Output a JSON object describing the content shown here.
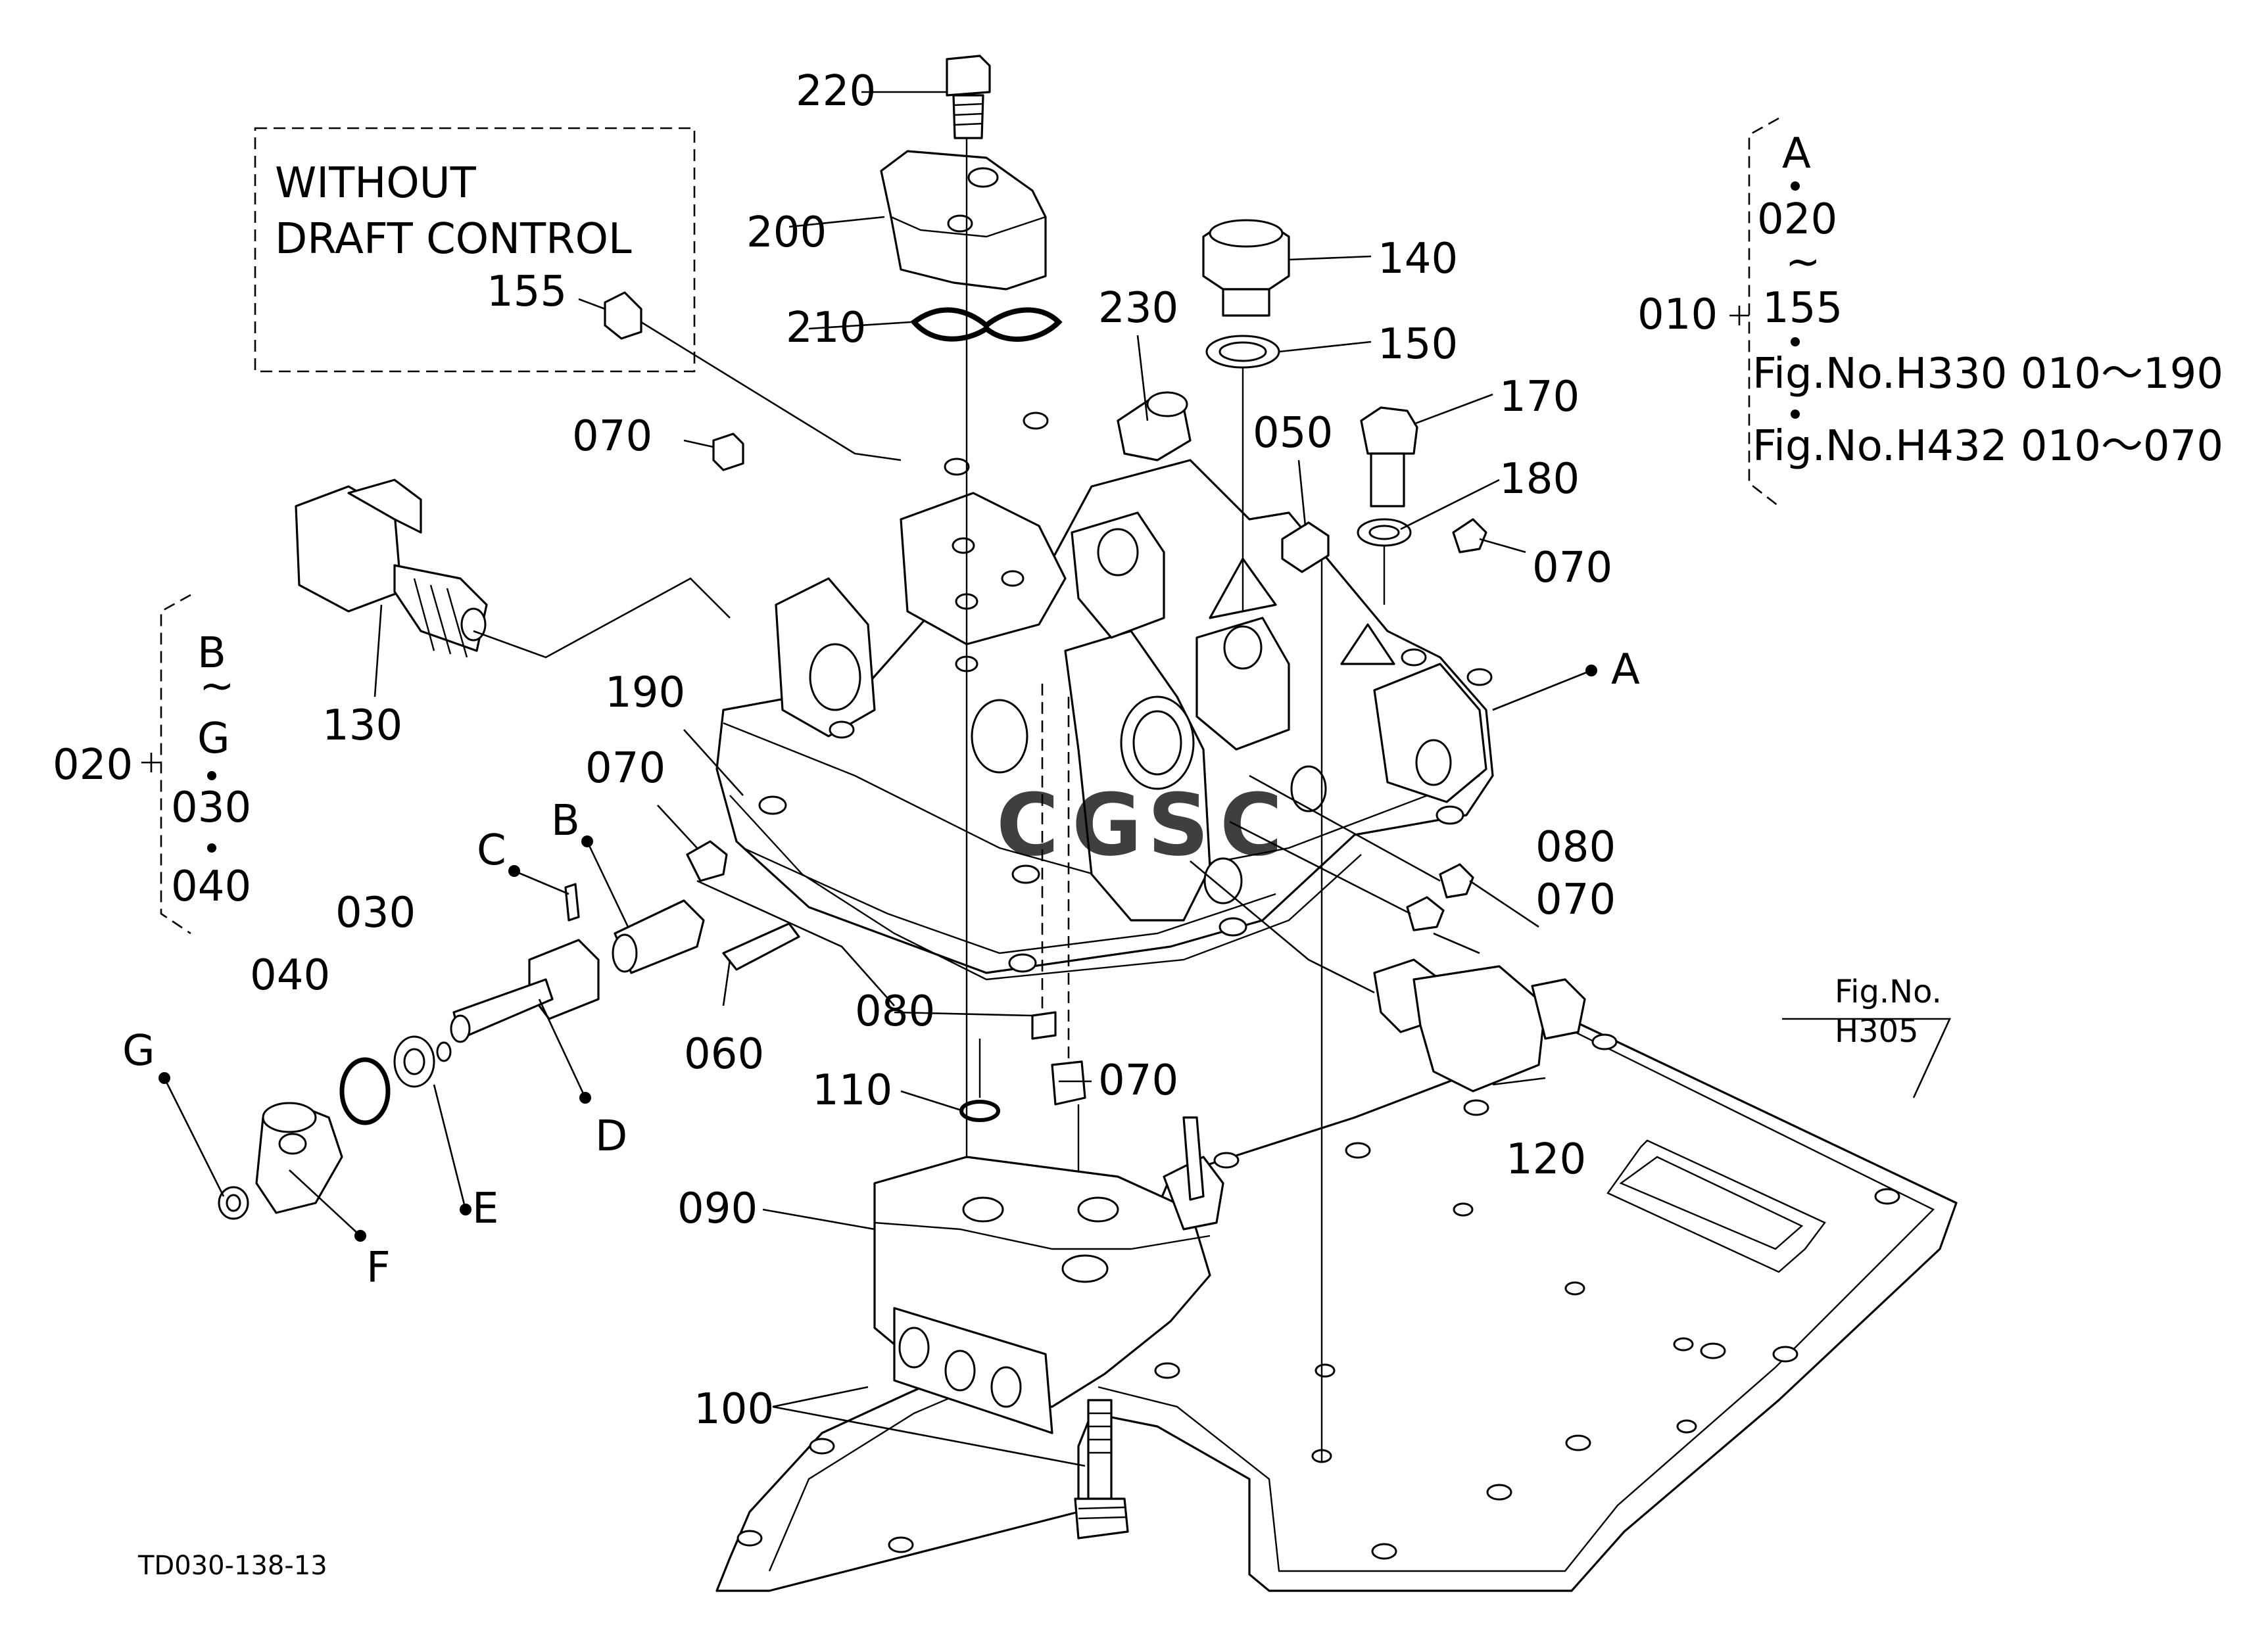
{
  "without_box": {
    "line1": "WITHOUT",
    "line2": "DRAFT  CONTROL",
    "part": "155"
  },
  "parts": {
    "p220": "220",
    "p200": "200",
    "p210": "210",
    "p230": "230",
    "p140": "140",
    "p150": "150",
    "p170": "170",
    "p050": "050",
    "p180": "180",
    "p070_top_left": "070",
    "p070_right": "070",
    "p130": "130",
    "p190": "190",
    "p070_mid": "070",
    "p080_right": "080",
    "p070_right_low": "070",
    "p060": "060",
    "p080_bottom": "080",
    "p070_bottom": "070",
    "p110": "110",
    "p090": "090",
    "p100": "100",
    "p120": "120",
    "p030": "030",
    "p040": "040",
    "callout_A": "A",
    "callout_B": "B",
    "callout_C": "C",
    "callout_D": "D",
    "callout_E": "E",
    "callout_F": "F",
    "callout_G": "G"
  },
  "bracket_010": {
    "id": "010",
    "lines": [
      "A",
      "020",
      "155",
      "Fig.No.H330  010～190",
      "Fig.No.H432  010～070"
    ]
  },
  "bracket_020": {
    "id": "020",
    "lines": [
      "B",
      "G",
      "030",
      "040"
    ]
  },
  "fig_ref": {
    "line1": "Fig.No.",
    "line2": "H305"
  },
  "watermark": "CGSC",
  "watermark_colors": [
    "#4a7de0",
    "#e8534a",
    "#f2b632",
    "#33a45c"
  ],
  "drawing_id": "TD030-138-13"
}
